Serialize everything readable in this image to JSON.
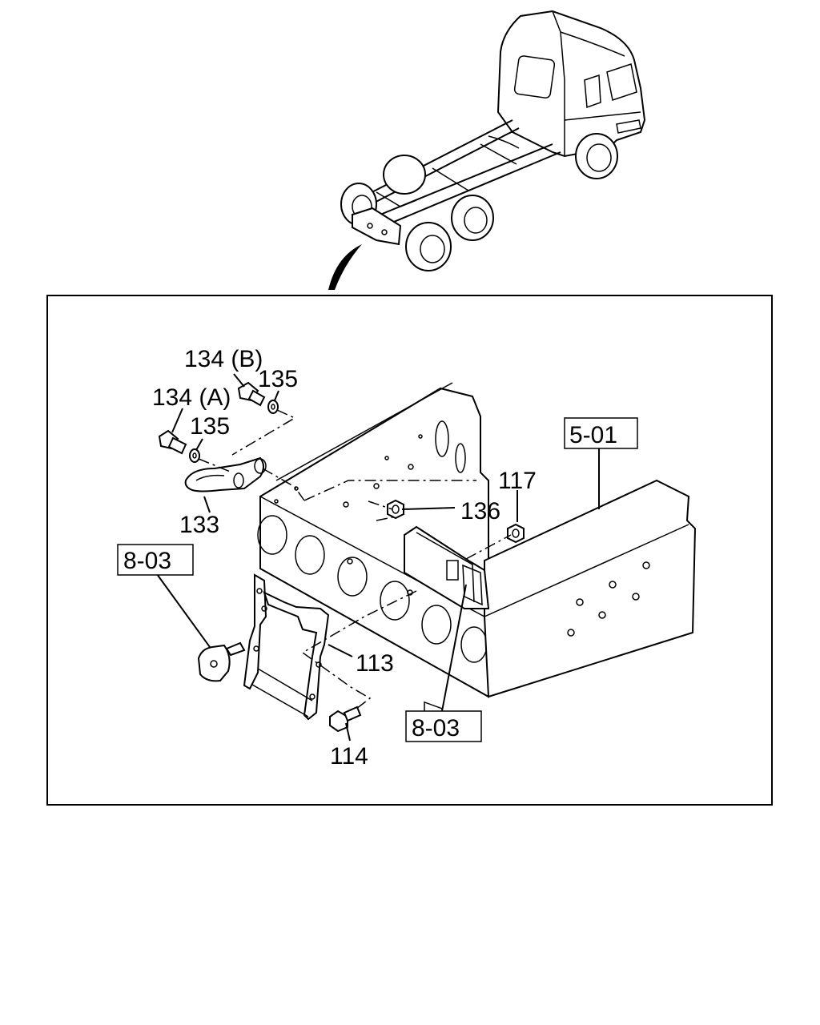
{
  "diagram": {
    "callouts": {
      "c134b": "134 (B)",
      "c135a": "135",
      "c134a": "134 (A)",
      "c135b": "135",
      "c133": "133",
      "c136": "136",
      "c117": "117",
      "c113": "113",
      "c114": "114"
    },
    "references": {
      "ref501": "5-01",
      "ref803a": "8-03",
      "ref803b": "8-03"
    }
  }
}
